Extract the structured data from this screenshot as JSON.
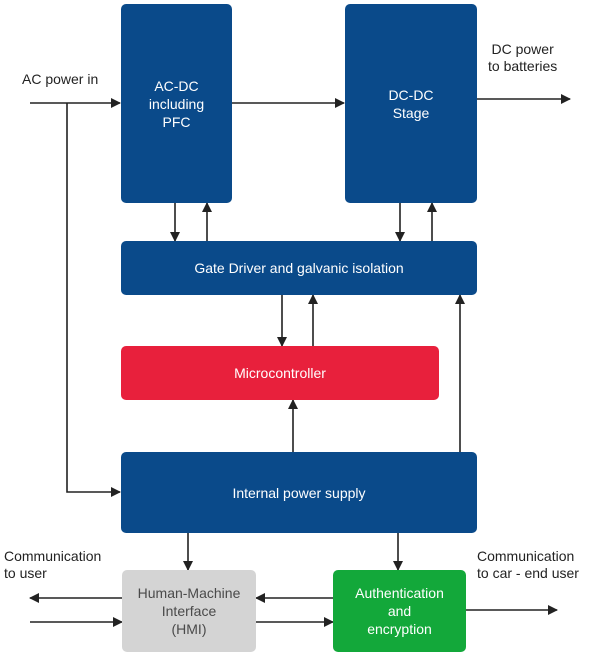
{
  "blocks": {
    "ac_dc": "AC-DC\nincluding\nPFC",
    "dc_dc": "DC-DC\nStage",
    "gate_driver": "Gate Driver and galvanic isolation",
    "microcontroller": "Microcontroller",
    "internal_power": "Internal power supply",
    "hmi": "Human-Machine\nInterface\n(HMI)",
    "auth": "Authentication\nand\nencryption"
  },
  "labels": {
    "ac_in": "AC power in",
    "dc_out": "DC power\nto batteries",
    "comm_user": "Communication\nto user",
    "comm_car": "Communication\nto car - end user"
  },
  "colors": {
    "blue_block": "#0a4a8a",
    "microcontroller": "#e8203c",
    "hmi": "#d4d4d4",
    "auth": "#13a83a",
    "arrow": "#222222"
  }
}
